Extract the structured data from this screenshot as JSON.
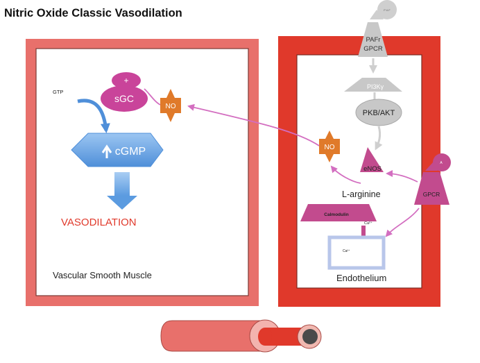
{
  "title": "Nitric Oxide Classic Vasodilation",
  "smooth_muscle": {
    "label": "Vascular Smooth Muscle",
    "gtp": "GTP",
    "sgc_plus": "+",
    "sgc": "sGC",
    "no": "NO",
    "cgmp": "cGMP",
    "vasodilation": "VASODILATION"
  },
  "endothelium": {
    "label": "Endothelium",
    "pafr_line1": "PAFr",
    "pafr_line2": "GPCR",
    "paf_ligand": "P A F",
    "pi3k": "PI3Kγ",
    "pkb": "PKB/AKT",
    "enos": "eNOS",
    "no": "NO",
    "l_arginine": "L-arginine",
    "gpcr": "GPCR",
    "gpcr_ligand": "A",
    "calmodulin": "Calmodulin",
    "ca_channel": "Ca²⁺",
    "ca_store": "Ca²⁺"
  },
  "colors": {
    "smooth_muscle_wall": "#e8706b",
    "endothelium_wall": "#e0392b",
    "sgc": "#c9449a",
    "no": "#e07a2a",
    "cgmp": "#5b9be0",
    "vasodilation": "#e0392b",
    "pathway_arrow": "#d36ec0",
    "endo_gray": "#c8c8c8",
    "enos": "#c24b8e"
  },
  "icons": [
    "blood-vessel-icon"
  ]
}
